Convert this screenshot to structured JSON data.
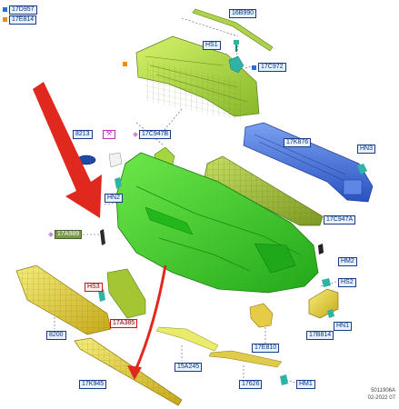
{
  "legend": {
    "items": [
      {
        "code": "17D957",
        "color": "#2a6fd6"
      },
      {
        "code": "17E814",
        "color": "#f08a1a"
      }
    ]
  },
  "callouts": {
    "c16b990": "16B990",
    "hs1": "HS1",
    "c17c972": "17C972",
    "c8213": "8213",
    "c17c947b": "17C947B",
    "c17k876": "17K876",
    "hn3": "HN3",
    "hn2": "HN2",
    "c17c947a": "17C947A",
    "c17a989": "17A989",
    "hm2": "HM2",
    "hs3": "HS3",
    "hs2": "HS2",
    "c17a385": "17A385",
    "hn1": "HN1",
    "c8200": "8200",
    "c17b814": "17B814",
    "c17e810": "17E810",
    "c15a245": "15A245",
    "c17k945": "17K945",
    "c17626": "17626",
    "hm1": "HM1"
  },
  "footer": {
    "code": "5011906A",
    "date": "02-2022 07"
  },
  "colors": {
    "part_green": "#b5e63c",
    "bumper_green": "#33cc22",
    "beam_blue": "#3f6fd8",
    "reflector_yellow": "#e8d24a",
    "arrow_red": "#e0281e"
  }
}
